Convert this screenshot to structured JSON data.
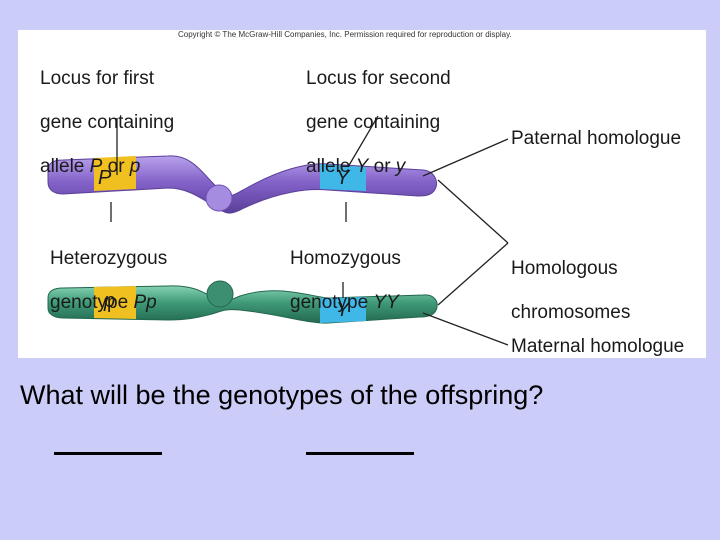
{
  "figure": {
    "copyright": "Copyright © The McGraw-Hill Companies, Inc. Permission required for reproduction or display.",
    "locus_first": {
      "line1": "Locus for first",
      "line2": "gene containing",
      "line3_prefix": "allele ",
      "allele_a": "P",
      "or": " or ",
      "allele_b": "p"
    },
    "locus_second": {
      "line1": "Locus for second",
      "line2": "gene containing",
      "line3_prefix": "allele ",
      "allele_a": "Y",
      "or": " or ",
      "allele_b": "y"
    },
    "heterozygous": {
      "line1": "Heterozygous",
      "line2_prefix": "genotype ",
      "genotype": "Pp"
    },
    "homozygous": {
      "line1": "Homozygous",
      "line2_prefix": "genotype ",
      "genotype": "YY"
    },
    "paternal": "Paternal homologue",
    "homologous_line1": "Homologous",
    "homologous_line2": "chromosomes",
    "maternal": "Maternal homologue",
    "band_top_p": "P",
    "band_top_y": "Y",
    "band_bottom_p": "p",
    "band_bottom_y": "Y",
    "colors": {
      "paternal": "#8a6bc7",
      "maternal": "#3f9a78",
      "band_p": "#f0c020",
      "band_y": "#3fb8e8"
    }
  },
  "question": "What will be the genotypes of the offspring?",
  "blanks": [
    "______",
    "______"
  ]
}
